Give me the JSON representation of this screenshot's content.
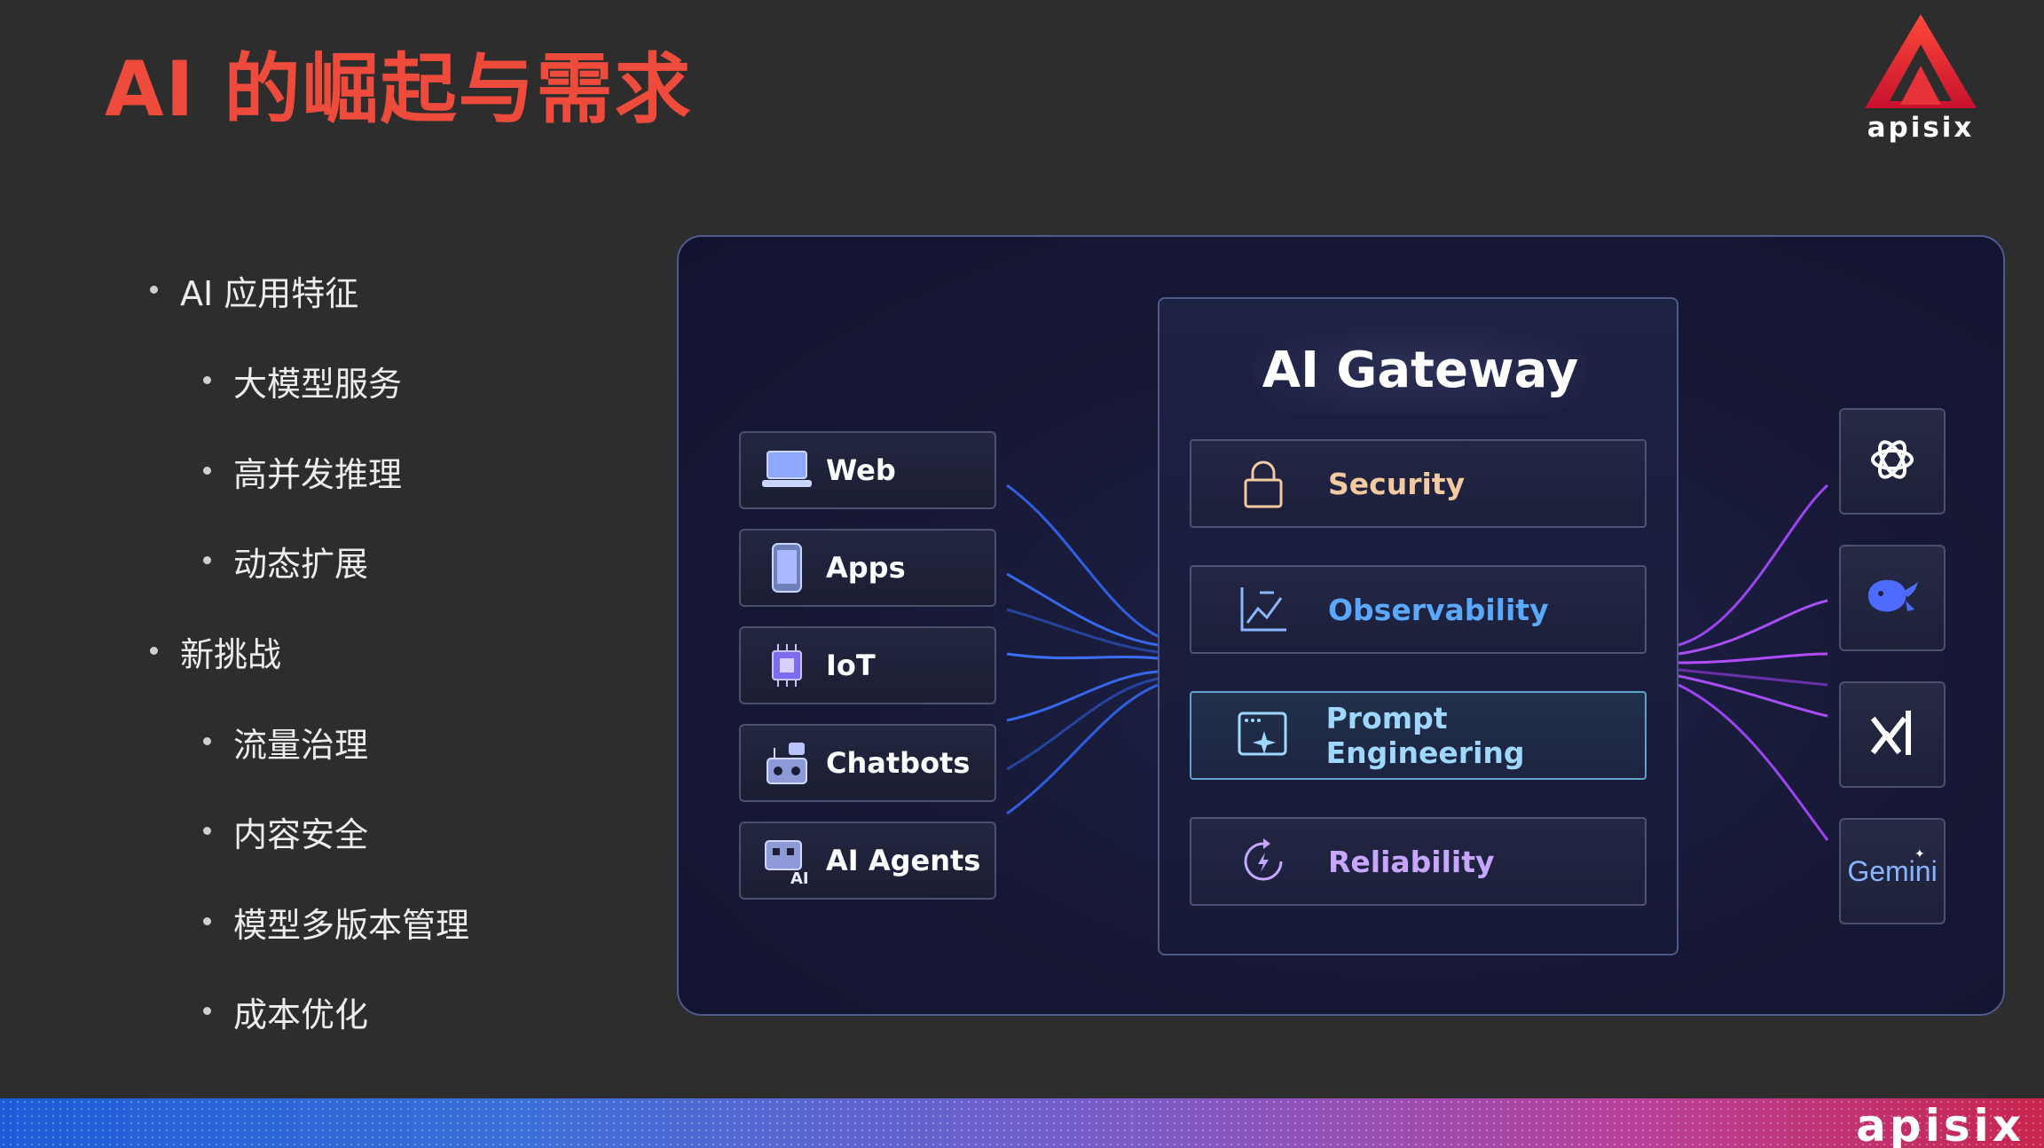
{
  "slide": {
    "title": "AI 的崛起与需求",
    "logo_text": "apisix",
    "footer_logo_text": "apisix"
  },
  "bullets": [
    {
      "text": "AI 应用特征",
      "level": 1
    },
    {
      "text": "大模型服务",
      "level": 2
    },
    {
      "text": "高并发推理",
      "level": 2
    },
    {
      "text": "动态扩展",
      "level": 2
    },
    {
      "text": "新挑战",
      "level": 1
    },
    {
      "text": "流量治理",
      "level": 2
    },
    {
      "text": "内容安全",
      "level": 2
    },
    {
      "text": "模型多版本管理",
      "level": 2
    },
    {
      "text": "成本优化",
      "level": 2
    }
  ],
  "diagram": {
    "clients": [
      {
        "label": "Web",
        "icon": "laptop-icon"
      },
      {
        "label": "Apps",
        "icon": "phone-icon"
      },
      {
        "label": "IoT",
        "icon": "chip-icon"
      },
      {
        "label": "Chatbots",
        "icon": "robot-icon"
      },
      {
        "label": "AI Agents",
        "icon": "ai-agent-icon"
      }
    ],
    "gateway": {
      "title": "AI Gateway",
      "features": [
        {
          "label": "Security",
          "icon": "lock-icon",
          "color": "#f3c9a0"
        },
        {
          "label": "Observability",
          "icon": "chart-icon",
          "color": "#5aa9ff"
        },
        {
          "label": "Prompt Engineering",
          "icon": "prompt-icon",
          "color": "#9fd8ff"
        },
        {
          "label": "Reliability",
          "icon": "bolt-cycle-icon",
          "color": "#c7a6ff"
        }
      ]
    },
    "providers": [
      {
        "name": "openai",
        "icon": "openai-icon"
      },
      {
        "name": "deepseek",
        "icon": "deepseek-icon"
      },
      {
        "name": "xai",
        "icon": "xai-icon"
      },
      {
        "name": "Gemini",
        "icon": "gemini-icon",
        "label": "Gemini"
      }
    ]
  },
  "colors": {
    "title": "#ef4b3c",
    "background": "#2d2d2d",
    "panel": "#161835",
    "line_left": "#3b6fff",
    "line_right": "#b14dff"
  }
}
